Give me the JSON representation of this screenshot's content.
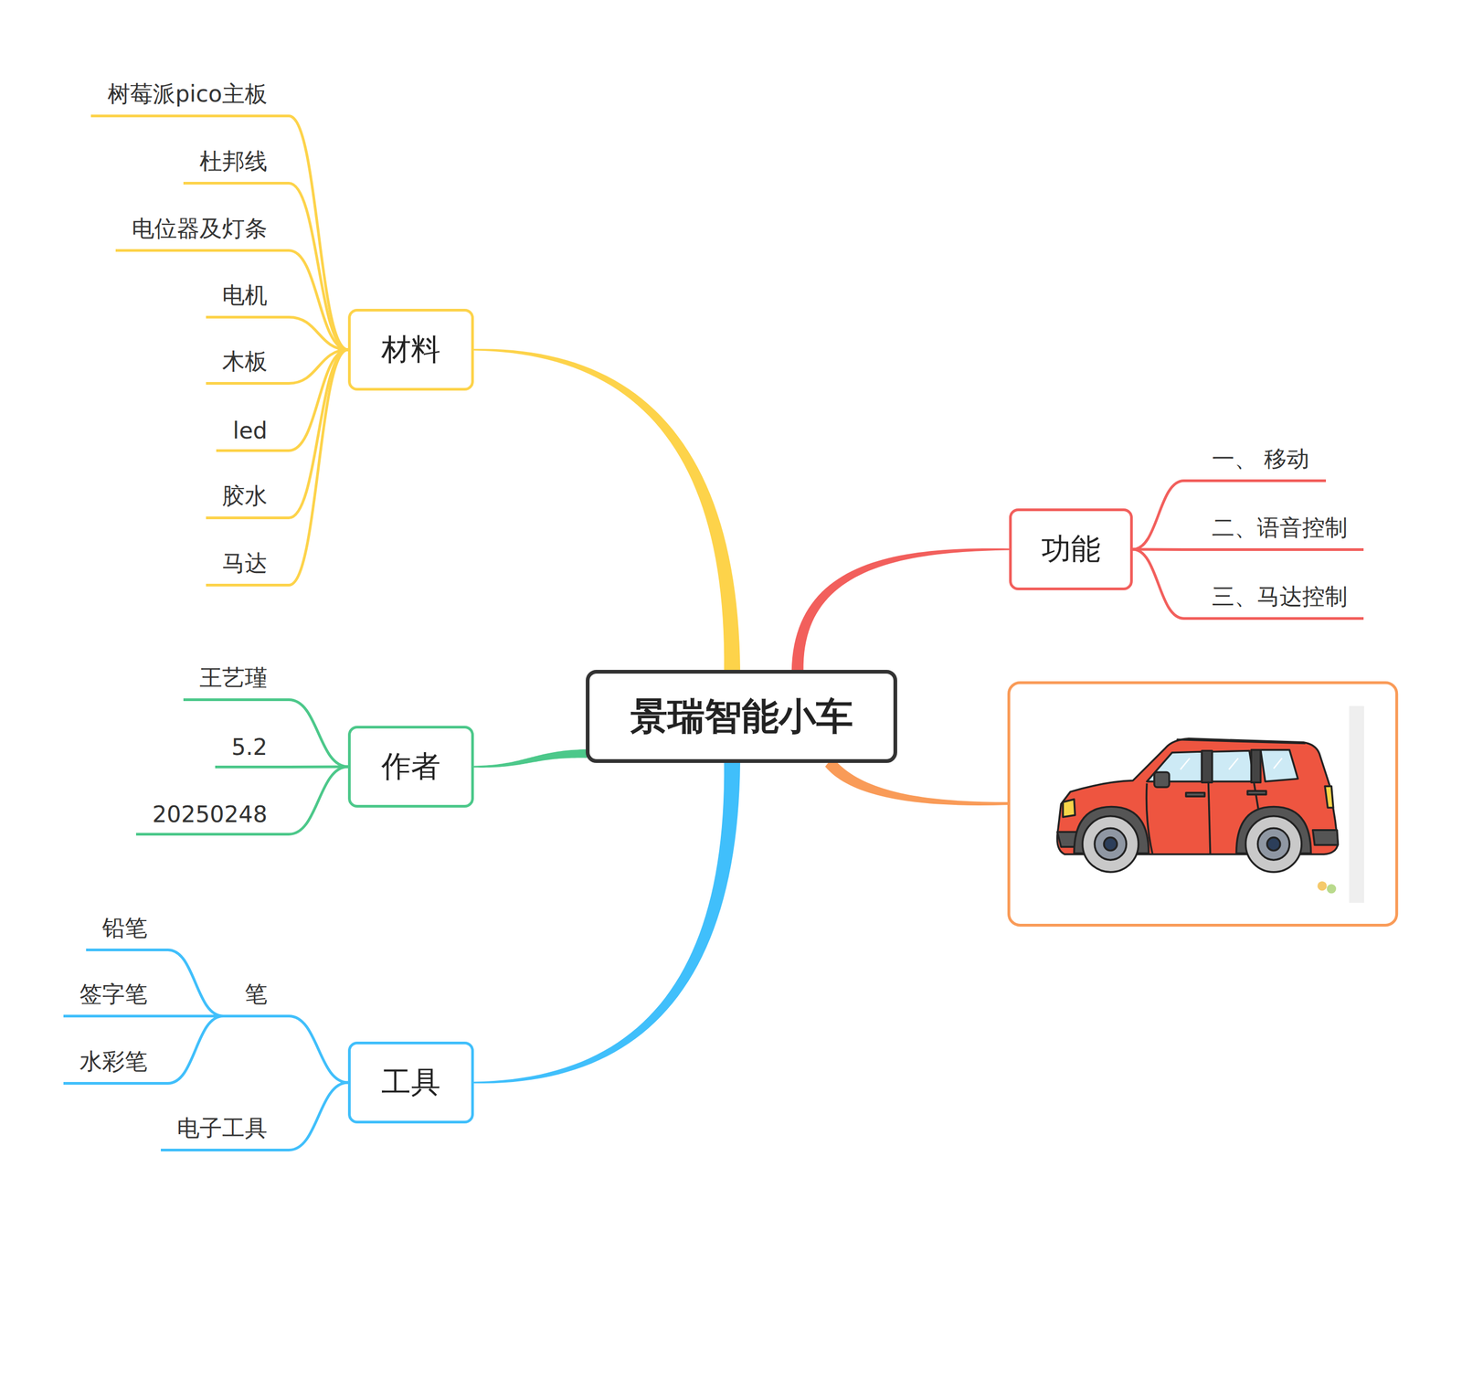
{
  "diagram": {
    "nodes": [
      {
        "text": [
          "景瑞智能小车"
        ]
      },
      {
        "text": [
          "材料"
        ]
      },
      {
        "text": [
          "树莓派pico主板"
        ]
      },
      {
        "text": [
          "杜邦线"
        ]
      },
      {
        "text": [
          "电位器及灯条"
        ]
      },
      {
        "text": [
          "电机"
        ]
      },
      {
        "text": [
          "木板"
        ]
      },
      {
        "text": [
          "led"
        ]
      },
      {
        "text": [
          "胶水"
        ]
      },
      {
        "text": [
          "马达"
        ]
      },
      {
        "text": [
          "作者"
        ]
      },
      {
        "text": [
          "王艺瑾"
        ]
      },
      {
        "text": [
          "5.2"
        ]
      },
      {
        "text": [
          "20250248"
        ]
      },
      {
        "text": [
          "工具"
        ]
      },
      {
        "text": [
          "笔"
        ]
      },
      {
        "text": [
          "铅笔"
        ]
      },
      {
        "text": [
          "签字笔"
        ]
      },
      {
        "text": [
          "水彩笔"
        ]
      },
      {
        "text": [
          "电子工具"
        ]
      },
      {
        "text": [
          "功能"
        ]
      },
      {
        "text": [
          "一、 移动"
        ]
      },
      {
        "text": [
          "二、语音控制"
        ]
      },
      {
        "text": [
          "三、马达控制"
        ]
      }
    ],
    "edges": [
      {
        "from": 0,
        "to": 1,
        "arrow": "none"
      },
      {
        "from": 1,
        "to": 2,
        "arrow": "none"
      },
      {
        "from": 1,
        "to": 3,
        "arrow": "none"
      },
      {
        "from": 1,
        "to": 4,
        "arrow": "none"
      },
      {
        "from": 1,
        "to": 5,
        "arrow": "none"
      },
      {
        "from": 1,
        "to": 6,
        "arrow": "none"
      },
      {
        "from": 1,
        "to": 7,
        "arrow": "none"
      },
      {
        "from": 1,
        "to": 8,
        "arrow": "none"
      },
      {
        "from": 1,
        "to": 9,
        "arrow": "none"
      },
      {
        "from": 0,
        "to": 10,
        "arrow": "none"
      },
      {
        "from": 10,
        "to": 11,
        "arrow": "none"
      },
      {
        "from": 10,
        "to": 12,
        "arrow": "none"
      },
      {
        "from": 10,
        "to": 13,
        "arrow": "none"
      },
      {
        "from": 0,
        "to": 14,
        "arrow": "none"
      },
      {
        "from": 14,
        "to": 15,
        "arrow": "none"
      },
      {
        "from": 15,
        "to": 16,
        "arrow": "none"
      },
      {
        "from": 15,
        "to": 17,
        "arrow": "none"
      },
      {
        "from": 15,
        "to": 18,
        "arrow": "none"
      },
      {
        "from": 14,
        "to": 19,
        "arrow": "none"
      },
      {
        "from": 0,
        "to": 20,
        "arrow": "none"
      },
      {
        "from": 20,
        "to": 21,
        "arrow": "none"
      },
      {
        "from": 20,
        "to": 22,
        "arrow": "none"
      },
      {
        "from": 20,
        "to": 23,
        "arrow": "none"
      }
    ]
  }
}
